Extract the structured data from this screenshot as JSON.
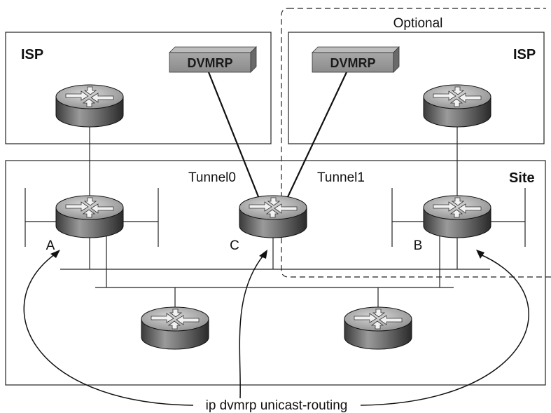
{
  "labels": {
    "optional": "Optional",
    "isp_left": "ISP",
    "isp_right": "ISP",
    "site": "Site",
    "tunnel0": "Tunnel0",
    "tunnel1": "Tunnel1",
    "router_a": "A",
    "router_b": "B",
    "router_c": "C",
    "dvmrp_left": "DVMRP",
    "dvmrp_right": "DVMRP",
    "command": "ip dvmrp unicast-routing"
  }
}
